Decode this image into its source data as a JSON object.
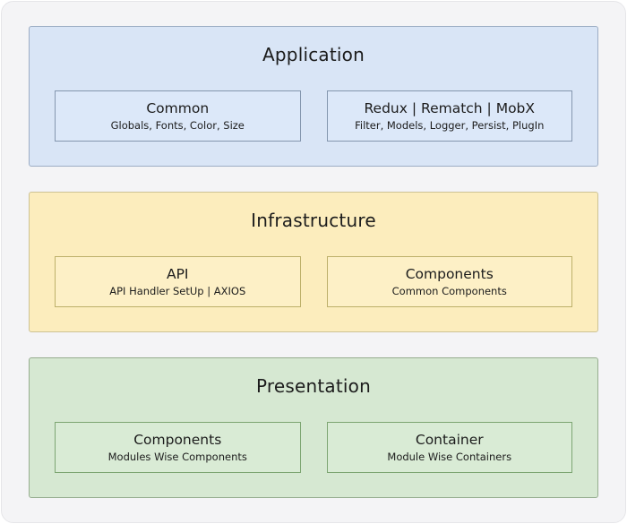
{
  "diagram": {
    "background_color": "#f4f4f6",
    "text_color": "#1c1c1c",
    "layers": [
      {
        "title": "Application",
        "colors": {
          "fill": "#d9e5f6",
          "border": "#9cadc4",
          "box_fill": "#dce8f9",
          "box_border": "#8496ae"
        },
        "boxes": [
          {
            "title": "Common",
            "subtitle": "Globals, Fonts, Color, Size"
          },
          {
            "title": "Redux | Rematch | MobX",
            "subtitle": "Filter, Models, Logger, Persist, PlugIn"
          }
        ]
      },
      {
        "title": "Infrastructure",
        "colors": {
          "fill": "#fcedbd",
          "border": "#cdc294",
          "box_fill": "#fdf0c6",
          "box_border": "#bdb06a"
        },
        "boxes": [
          {
            "title": "API",
            "subtitle": "API Handler SetUp | AXIOS"
          },
          {
            "title": "Components",
            "subtitle": "Common Components"
          }
        ]
      },
      {
        "title": "Presentation",
        "colors": {
          "fill": "#d6e8d2",
          "border": "#96ad8f",
          "box_fill": "#d9ebd5",
          "box_border": "#7da572"
        },
        "boxes": [
          {
            "title": "Components",
            "subtitle": "Modules Wise Components"
          },
          {
            "title": "Container",
            "subtitle": "Module Wise Containers"
          }
        ]
      }
    ]
  }
}
